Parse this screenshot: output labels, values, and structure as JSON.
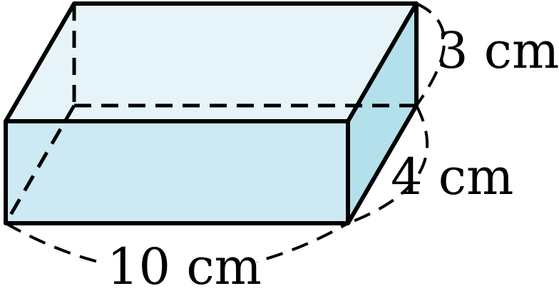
{
  "labels": {
    "height": "3 cm",
    "depth": "4 cm",
    "length": "10 cm"
  },
  "colors": {
    "stroke": "#000000",
    "face_top": "#e6f4fa",
    "face_front": "#cde9f3",
    "face_side": "#b4e0ec",
    "dimension_arc": "#000000"
  }
}
